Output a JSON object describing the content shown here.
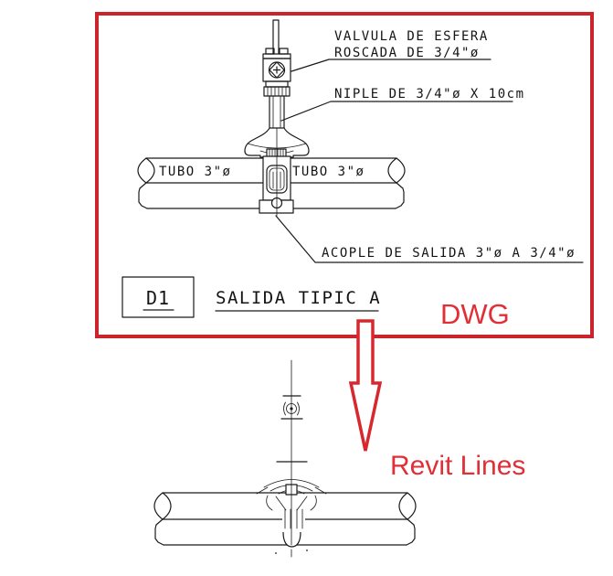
{
  "colors": {
    "frame_red": "#cc242c",
    "arrow_red": "#d8282e",
    "label_red": "#e02f36",
    "drawing_line": "#1a1a1a"
  },
  "dwg_panel": {
    "annotations": {
      "valve_line1": "VALVULA DE ESFERA",
      "valve_line2": "ROSCADA DE 3/4\"ø",
      "niple": "NIPLE DE 3/4\"ø X 10cm",
      "tubo_left": "TUBO  3\"ø",
      "tubo_right": "TUBO  3\"ø",
      "acople": "ACOPLE DE SALIDA 3\"ø A 3/4\"ø"
    },
    "detail_tag": "D1",
    "detail_title": "SALIDA  TIPIC A",
    "format_label": "DWG"
  },
  "revit_panel": {
    "format_label": "Revit Lines"
  }
}
